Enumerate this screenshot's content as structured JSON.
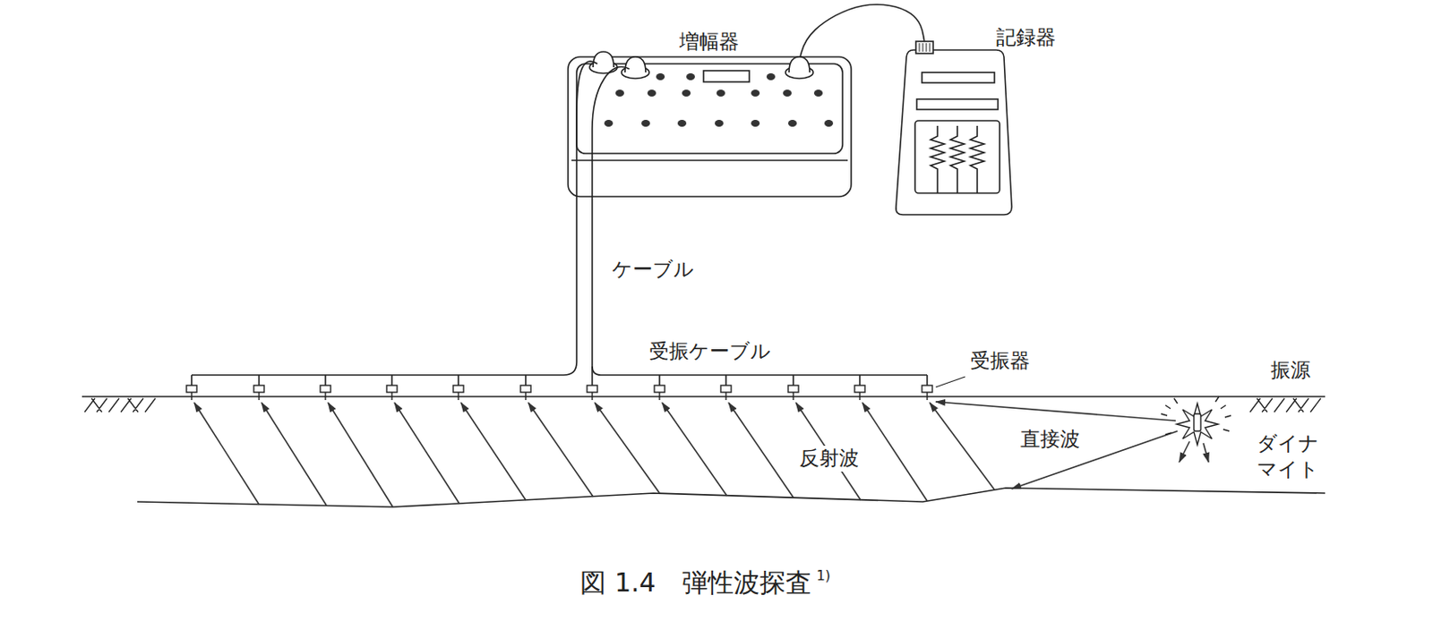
{
  "diagram": {
    "caption": "図 1.4　弾性波探査",
    "nodes": [
      {
        "text": [
          "増幅器"
        ]
      },
      {
        "text": [
          "記録器"
        ]
      }
    ],
    "edges": [
      {
        "from": 0,
        "to": 1,
        "arrow": "none"
      }
    ],
    "labels": [
      "ケーブル",
      "受振ケーブル",
      "受振器",
      "振源",
      "直接波",
      "反射波",
      "ダイナ マイト",
      "1)"
    ]
  }
}
